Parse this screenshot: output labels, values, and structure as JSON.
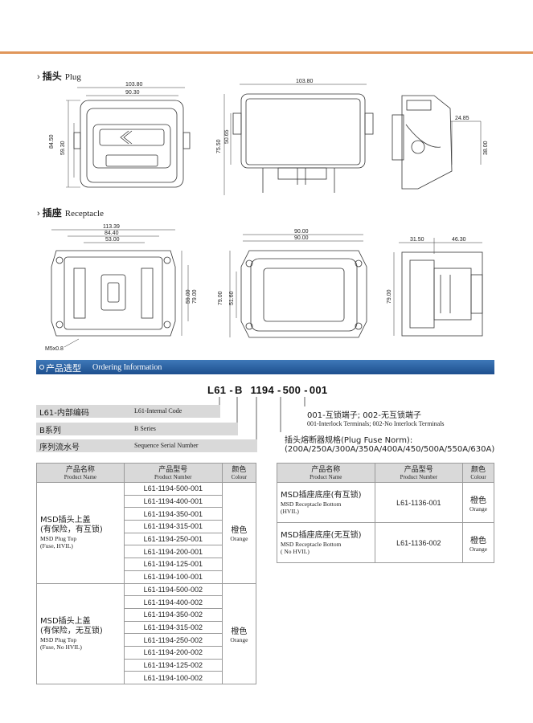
{
  "plug": {
    "heading_cn": "插头",
    "heading_en": "Plug",
    "dims_front": [
      "103.80",
      "90.30",
      "84.50",
      "59.30"
    ],
    "dims_side": [
      "103.80",
      "75.50",
      "50.65"
    ],
    "dims_end": [
      "24.85",
      "38.00"
    ]
  },
  "receptacle": {
    "heading_cn": "插座",
    "heading_en": "Receptacle",
    "dims_front": [
      "113.39",
      "84.40",
      "53.00",
      "79.00",
      "59.00",
      "M5x0.8"
    ],
    "dims_rear": [
      "90.00",
      "90.00",
      "79.00",
      "51.60"
    ],
    "dims_side": [
      "31.50",
      "46.30",
      "79.00"
    ]
  },
  "ordering": {
    "band_cn": "产品选型",
    "band_en": "Ordering Information",
    "code_parts": [
      "L61",
      "B",
      "1194",
      "500",
      "001"
    ],
    "code_seps": [
      "-",
      " ",
      "-",
      "-"
    ],
    "legend": [
      {
        "cn": "L61-内部编码",
        "en": "L61-Internal Code"
      },
      {
        "cn": "B系列",
        "en": "B Series"
      },
      {
        "cn": "序列流水号",
        "en": "Sequence Serial Number"
      }
    ],
    "terminal_cn": "001-互锁端子; 002-无互锁端子",
    "terminal_en": "001-Interlock Terminals; 002-No Interlock Terminals",
    "fuse_title": "插头熔断器规格(Plug Fuse Norm):",
    "fuse_values": "(200A/250A/300A/350A/400A/450/500A/550A/630A)"
  },
  "table_left": {
    "headers": [
      {
        "cn": "产品名称",
        "en": "Product Name"
      },
      {
        "cn": "产品型号",
        "en": "Product Number"
      },
      {
        "cn": "颜色",
        "en": "Colour"
      }
    ],
    "groups": [
      {
        "name_cn1": "MSD插头上盖",
        "name_cn2": "(有保险，有互锁)",
        "name_en1": "MSD Plug Top",
        "name_en2": "(Fuse, HVIL)",
        "color_cn": "橙色",
        "color_en": "Orange",
        "numbers": [
          "L61-1194-500-001",
          "L61-1194-400-001",
          "L61-1194-350-001",
          "L61-1194-315-001",
          "L61-1194-250-001",
          "L61-1194-200-001",
          "L61-1194-125-001",
          "L61-1194-100-001"
        ]
      },
      {
        "name_cn1": "MSD插头上盖",
        "name_cn2": "(有保险，无互锁)",
        "name_en1": "MSD Plug Top",
        "name_en2": "(Fuse, No HVIL)",
        "color_cn": "橙色",
        "color_en": "Orange",
        "numbers": [
          "L61-1194-500-002",
          "L61-1194-400-002",
          "L61-1194-350-002",
          "L61-1194-315-002",
          "L61-1194-250-002",
          "L61-1194-200-002",
          "L61-1194-125-002",
          "L61-1194-100-002"
        ]
      }
    ]
  },
  "table_right": {
    "headers": [
      {
        "cn": "产品名称",
        "en": "Product Name"
      },
      {
        "cn": "产品型号",
        "en": "Product Number"
      },
      {
        "cn": "颜色",
        "en": "Colour"
      }
    ],
    "rows": [
      {
        "name_cn": "MSD插座底座(有互锁)",
        "name_en1": "MSD Receptacle Bottom",
        "name_en2": "(HVIL)",
        "number": "L61-1136-001",
        "color_cn": "橙色",
        "color_en": "Orange"
      },
      {
        "name_cn": "MSD插座底座(无互锁)",
        "name_en1": "MSD Receptacle Bottom",
        "name_en2": "( No HVIL)",
        "number": "L61-1136-002",
        "color_cn": "橙色",
        "color_en": "Orange"
      }
    ]
  }
}
